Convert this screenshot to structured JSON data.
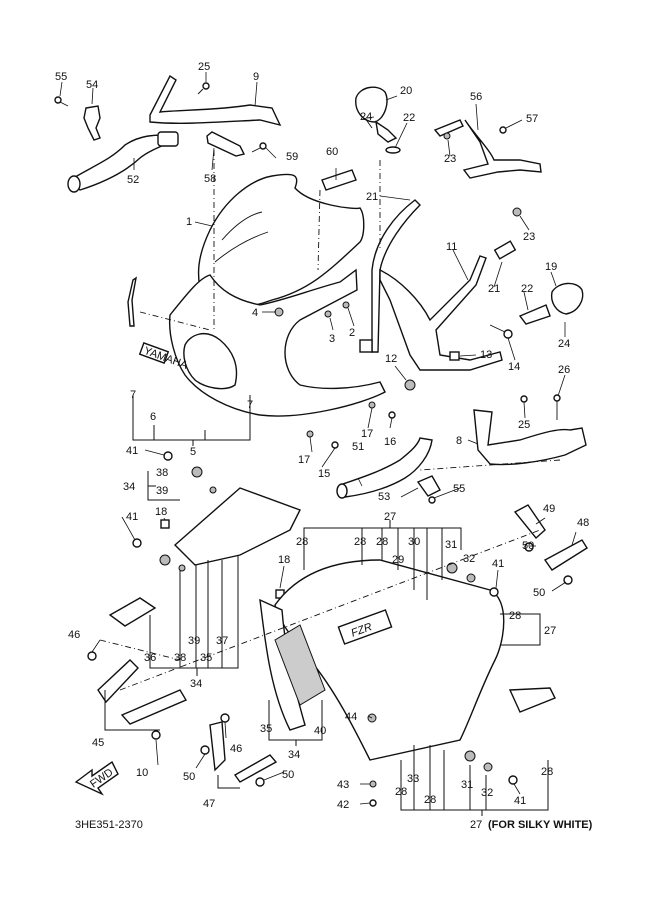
{
  "diagram": {
    "title": "Cowling 1 parts diagram",
    "drawing_number": "3HE351-2370",
    "variant_note": "(FOR SILKY WHITE)",
    "variant_ref": "27",
    "fwd_label": "FWD",
    "logo_text": "YAMAHA",
    "decal_text": "FZR",
    "labels": {
      "l1": "1",
      "l2": "2",
      "l3": "3",
      "l4": "4",
      "l5": "5",
      "l6": "6",
      "l7a": "7",
      "l7b": "7",
      "l8": "8",
      "l9": "9",
      "l10": "10",
      "l11": "11",
      "l12": "12",
      "l13": "13",
      "l14": "14",
      "l15": "15",
      "l16": "16",
      "l17a": "17",
      "l17b": "17",
      "l18a": "18",
      "l18b": "18",
      "l19": "19",
      "l20": "20",
      "l21a": "21",
      "l21b": "21",
      "l22a": "22",
      "l22b": "22",
      "l23a": "23",
      "l23b": "23",
      "l24a": "24",
      "l24b": "24",
      "l25a": "25",
      "l25b": "25",
      "l26": "26",
      "l27a": "27",
      "l27b": "27",
      "l28a": "28",
      "l28b": "28",
      "l28c": "28",
      "l28d": "28",
      "l28e": "28",
      "l28f": "28",
      "l28g": "28",
      "l29": "29",
      "l30": "30",
      "l31a": "31",
      "l31b": "31",
      "l32a": "32",
      "l32b": "32",
      "l33": "33",
      "l34a": "34",
      "l34b": "34",
      "l34c": "34",
      "l35a": "35",
      "l35b": "35",
      "l36": "36",
      "l37": "37",
      "l38a": "38",
      "l38b": "38",
      "l39a": "39",
      "l39b": "39",
      "l40": "40",
      "l41a": "41",
      "l41b": "41",
      "l41c": "41",
      "l41d": "41",
      "l42": "42",
      "l43": "43",
      "l44": "44",
      "l45": "45",
      "l46a": "46",
      "l46b": "46",
      "l47": "47",
      "l48": "48",
      "l49": "49",
      "l50a": "50",
      "l50b": "50",
      "l50c": "50",
      "l50d": "50",
      "l51": "51",
      "l52": "52",
      "l53": "53",
      "l54": "54",
      "l55a": "55",
      "l55b": "55",
      "l56": "56",
      "l57": "57",
      "l58": "58",
      "l59": "59",
      "l60": "60"
    }
  }
}
